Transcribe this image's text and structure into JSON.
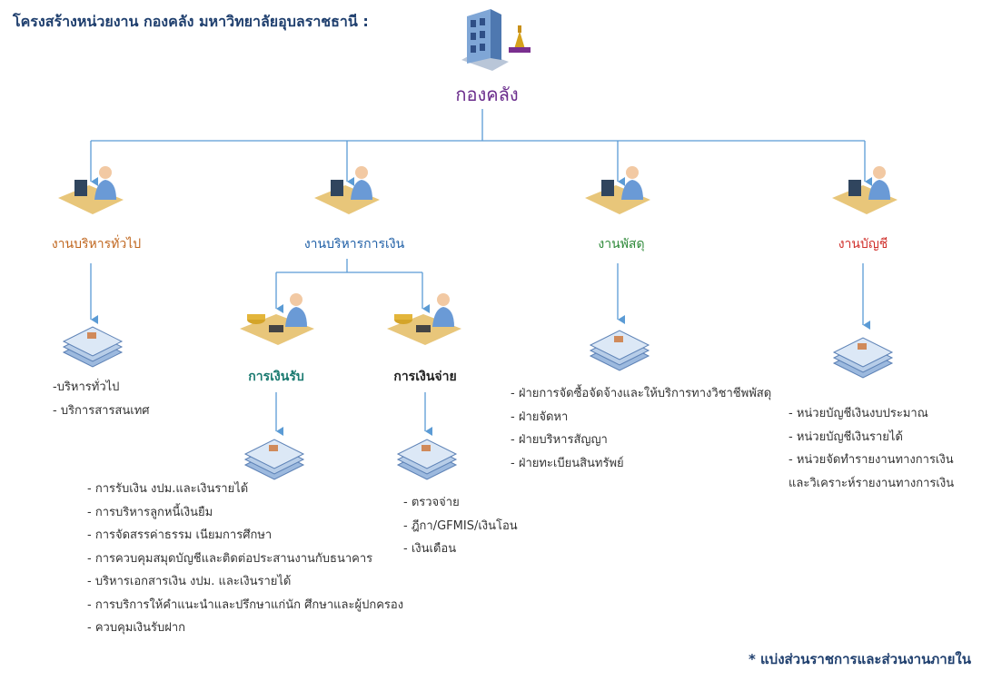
{
  "title": "โครงสร้างหน่วยงาน กองคลัง มหาวิทยาลัยอุบลราชธานี :",
  "footnote": "* แบ่งส่วนราชการและส่วนงานภายใน",
  "root": {
    "label": "กองคลัง"
  },
  "units": [
    {
      "key": "general",
      "label": "งานบริหารทั่วไป",
      "items": [
        "-บริหารทั่วไป",
        "- บริการสารสนเทศ"
      ]
    },
    {
      "key": "finance",
      "label": "งานบริหารการเงิน"
    },
    {
      "key": "supply",
      "label": "งานพัสดุ",
      "items": [
        "- ฝ่ายการจัดซื้อจัดจ้างและให้บริการทางวิชาชีพพัสดุ",
        "- ฝ่ายจัดหา",
        "- ฝ่ายบริหารสัญญา",
        "- ฝ่ายทะเบียนสินทรัพย์"
      ]
    },
    {
      "key": "account",
      "label": "งานบัญชี",
      "items": [
        "- หน่วยบัญชีเงินงบประมาณ",
        "- หน่วยบัญชีเงินรายได้",
        "- หน่วยจัดทำรายงานทางการเงินและวิเคราะห์รายงานทางการเงิน"
      ]
    }
  ],
  "subunits": [
    {
      "key": "recv",
      "label": "การเงินรับ",
      "items": [
        "- การรับเงิน งปม.และเงินรายได้",
        "- การบริหารลูกหนี้เงินยืม",
        "- การจัดสรรค่าธรรม เนียมการศึกษา",
        "- การควบคุมสมุดบัญชีและติดต่อประสานงานกับธนาคาร",
        "- บริหารเอกสารเงิน งปม. และเงินรายได้",
        "- การบริการให้คำแนะนำและปรึกษาแก่นัก ศึกษาและผู้ปกครอง",
        "- ควบคุมเงินรับฝาก"
      ]
    },
    {
      "key": "pay",
      "label": "การเงินจ่าย",
      "items": [
        "- ตรวจจ่าย",
        "- ฎีกา/GFMIS/เงินโอน",
        "- เงินเดือน"
      ]
    }
  ],
  "colors": {
    "connector": "#5b9bd5",
    "general": "#c0661e",
    "finance": "#1f5fa6",
    "supply": "#2f8a3a",
    "account": "#d0302c",
    "root": "#6a2c8c"
  }
}
